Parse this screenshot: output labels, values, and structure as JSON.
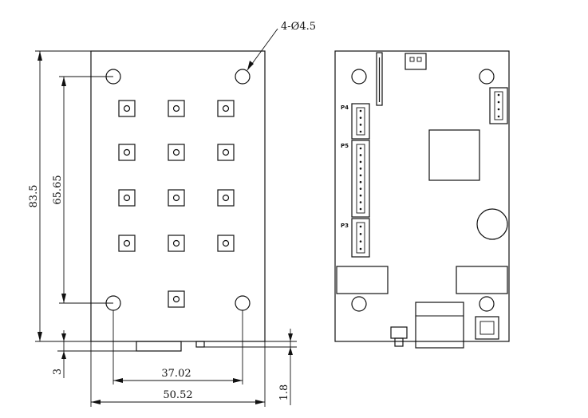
{
  "dimensions": {
    "hole_spec": "4-Ø4.5",
    "height_total": "83.5",
    "height_holes": "65.65",
    "width_holes": "37.02",
    "width_total": "50.52",
    "thickness_left": "3",
    "thickness_right": "1.8"
  },
  "labels": {
    "p4": "P4",
    "p5": "P5",
    "p3": "P3"
  }
}
